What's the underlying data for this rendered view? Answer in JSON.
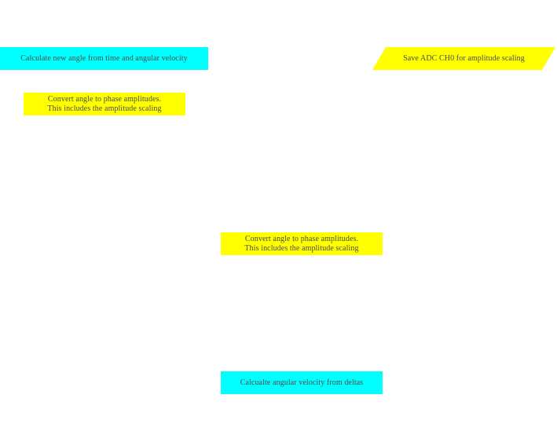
{
  "diagram": {
    "nodes": [
      {
        "id": "calc-angle",
        "shape": "process",
        "color": "#00ffff",
        "text": "Calculate new angle from time and angular velocity"
      },
      {
        "id": "save-adc",
        "shape": "io-parallelogram",
        "color": "#ffff00",
        "text": "Save ADC CH0 for amplitude scaling"
      },
      {
        "id": "convert-1",
        "shape": "process",
        "color": "#ffff00",
        "lines": [
          "Convert angle to phase amplitudes.",
          "This includes the amplitude scaling"
        ]
      },
      {
        "id": "convert-2",
        "shape": "process",
        "color": "#ffff00",
        "lines": [
          "Convert angle to phase amplitudes.",
          "This includes the amplitude scaling"
        ]
      },
      {
        "id": "calc-vel",
        "shape": "process",
        "color": "#00ffff",
        "text": "Calcualte angular velocity from deltas"
      }
    ]
  }
}
